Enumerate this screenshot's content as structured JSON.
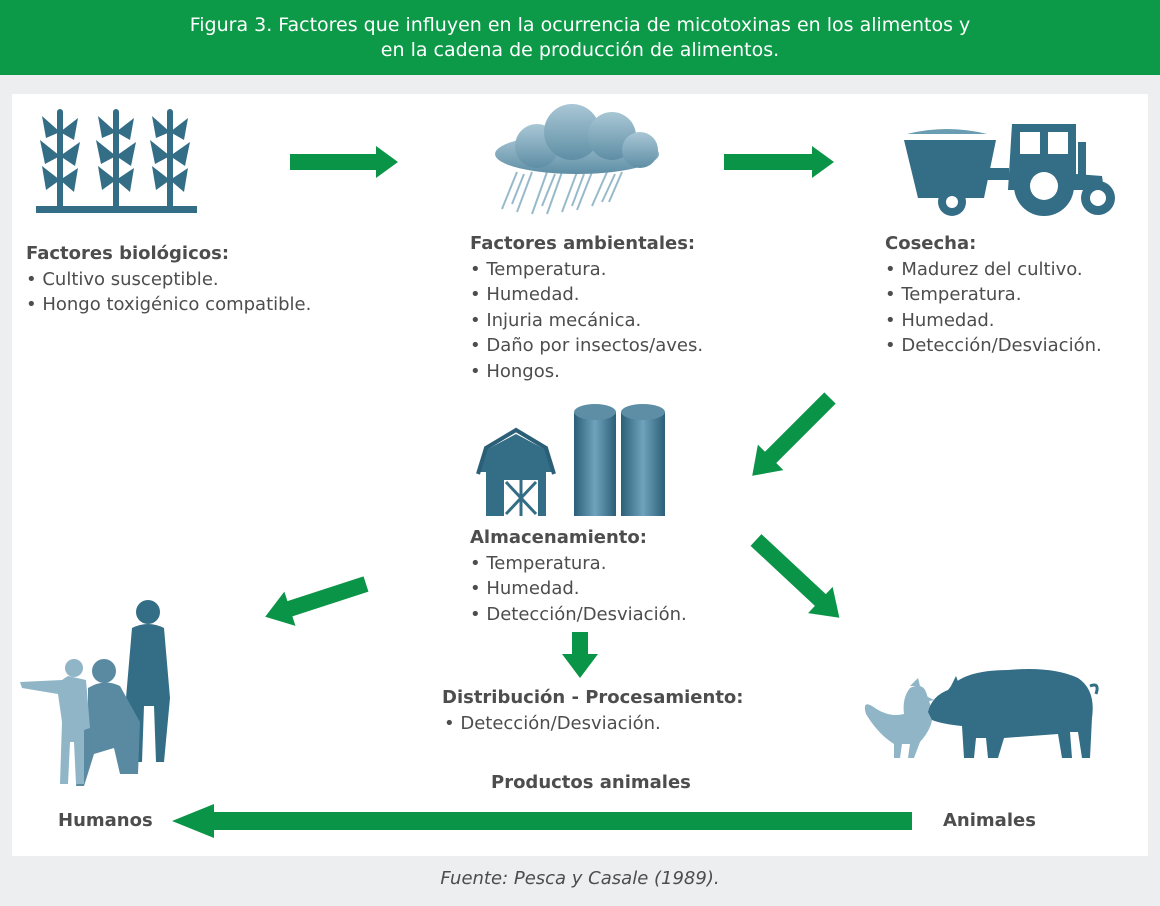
{
  "figure": {
    "title_line1": "Figura 3. Factores que influyen en la ocurrencia de micotoxinas en los alimentos y",
    "title_line2": "en la cadena de producción de alimentos.",
    "source": "Fuente: Pesca y Casale (1989)."
  },
  "colors": {
    "header_green": "#0c9a48",
    "arrow_green": "#0a9447",
    "icon_blue": "#346d86",
    "icon_blue_light": "#6a9cb2",
    "text_gray": "#4d4d4d"
  },
  "nodes": {
    "biologicos": {
      "icon": "corn-crop-icon",
      "title": "Factores biológicos:",
      "items": [
        "Cultivo susceptible.",
        "Hongo toxigénico compatible."
      ]
    },
    "ambientales": {
      "icon": "rain-cloud-icon",
      "title": "Factores ambientales:",
      "items": [
        "Temperatura.",
        "Humedad.",
        "Injuria mecánica.",
        "Daño por insectos/aves.",
        "Hongos."
      ]
    },
    "cosecha": {
      "icon": "tractor-icon",
      "title": "Cosecha:",
      "items": [
        "Madurez del cultivo.",
        "Temperatura.",
        "Humedad.",
        "Detección/Desviación."
      ]
    },
    "almacenamiento": {
      "icon": "barn-silo-icon",
      "title": "Almacenamiento:",
      "items": [
        "Temperatura.",
        "Humedad.",
        "Detección/Desviación."
      ]
    },
    "distribucion": {
      "title": "Distribución - Procesamiento:",
      "items": [
        "Detección/Desviación."
      ]
    },
    "humanos": {
      "icon": "people-icon",
      "label": "Humanos"
    },
    "animales": {
      "icon": "chicken-pig-icon",
      "label": "Animales"
    },
    "productos": {
      "label": "Productos animales"
    }
  }
}
